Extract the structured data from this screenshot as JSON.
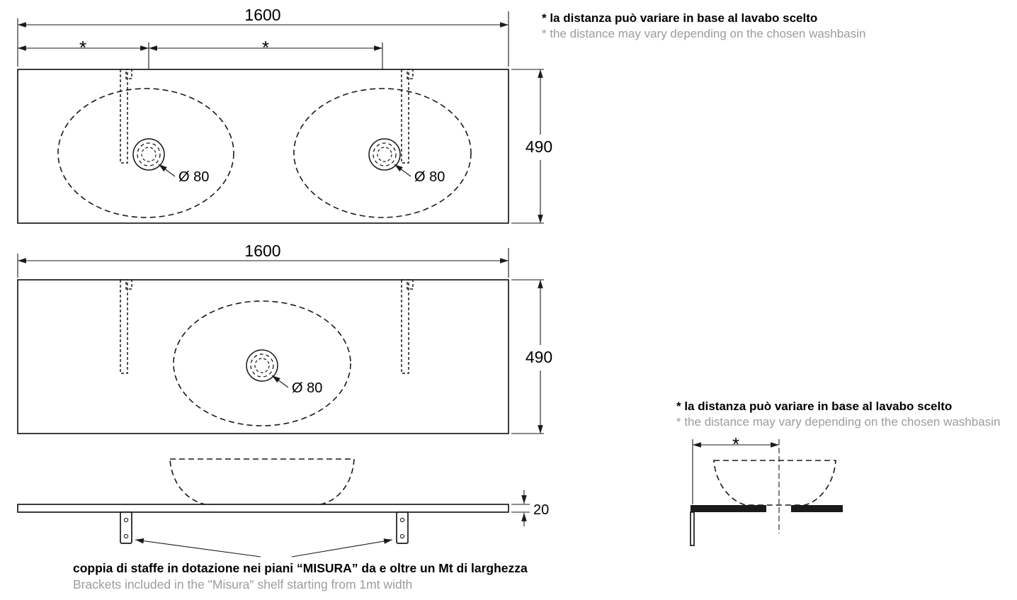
{
  "colors": {
    "line": "#1a1a1a",
    "text": "#000000",
    "muted": "#9c9c9c"
  },
  "notes": {
    "variance_it": "* la distanza può variare in base al lavabo scelto",
    "variance_en": "* the distance may vary depending on the chosen washbasin",
    "brackets_it": "coppia di staffe in dotazione nei piani “MISURA” da e oltre un Mt di larghezza",
    "brackets_en": "Brackets included in the \"Misura\" shelf starting from 1mt width"
  },
  "dims": {
    "width": "1600",
    "depth": "490",
    "thickness": "20",
    "drain_diameter": "Ø 80",
    "variable_distance": "*"
  }
}
